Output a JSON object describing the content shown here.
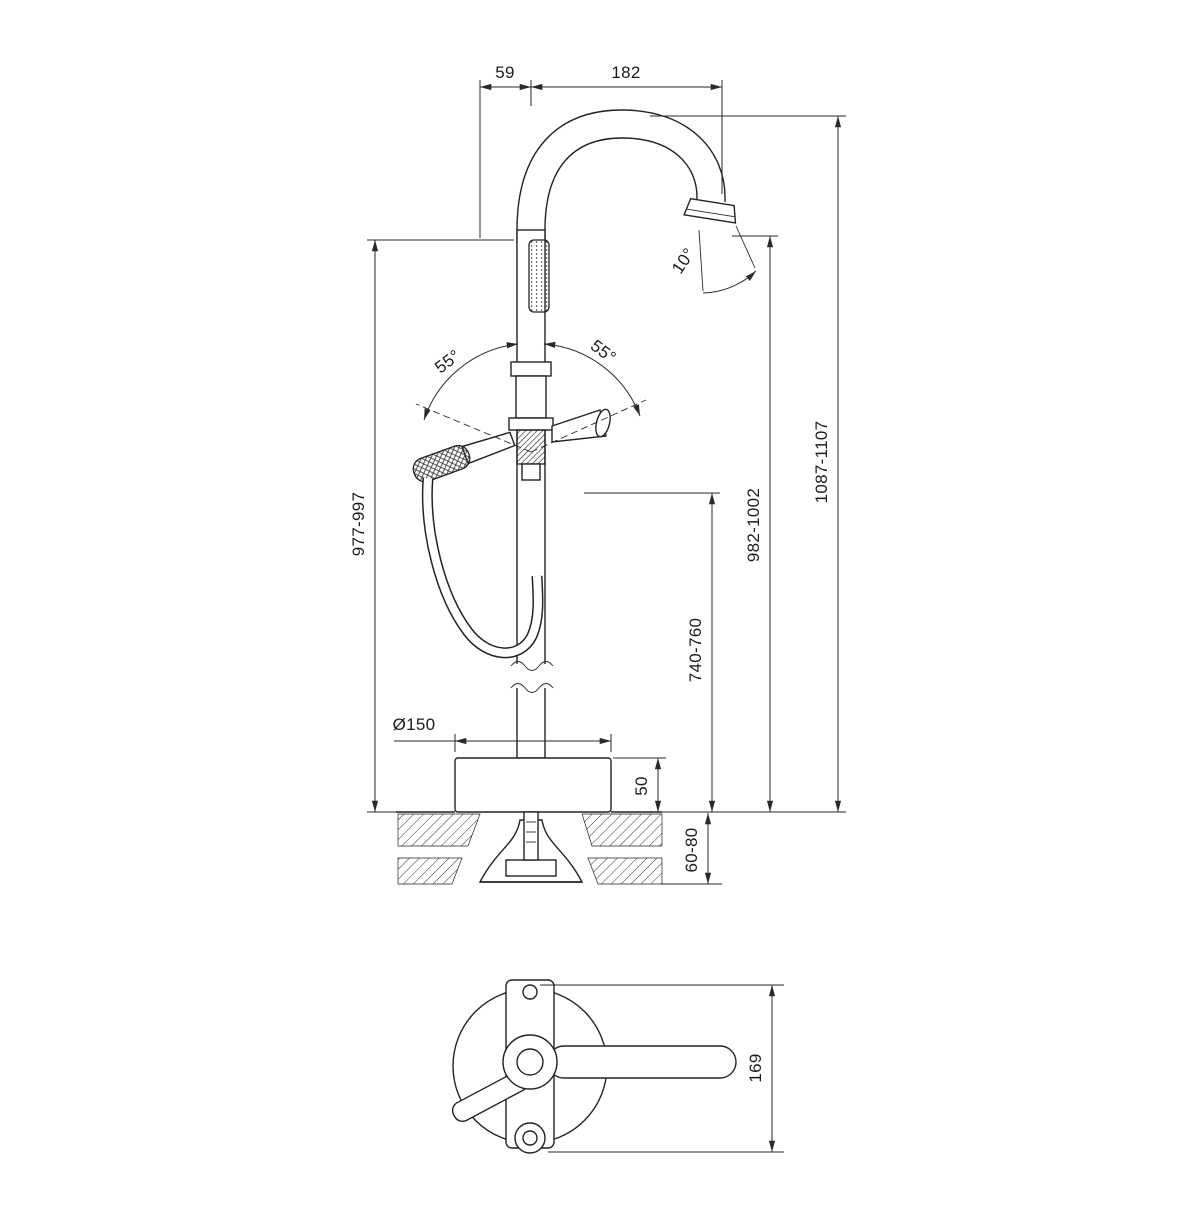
{
  "canvas": {
    "background": "#ffffff",
    "ink": "#232323"
  },
  "elevation": {
    "dims": {
      "offset_top": "59",
      "spout_reach": "182",
      "spout_angle": "10°",
      "swing_left": "55°",
      "swing_right": "55°",
      "height_body": "977-997",
      "height_spout": "982-1002",
      "height_overall": "1087-1107",
      "height_column": "740-760",
      "base_diameter": "Ø150",
      "base_height": "50",
      "floor_thickness": "60-80"
    }
  },
  "plan": {
    "dims": {
      "depth": "169"
    }
  }
}
